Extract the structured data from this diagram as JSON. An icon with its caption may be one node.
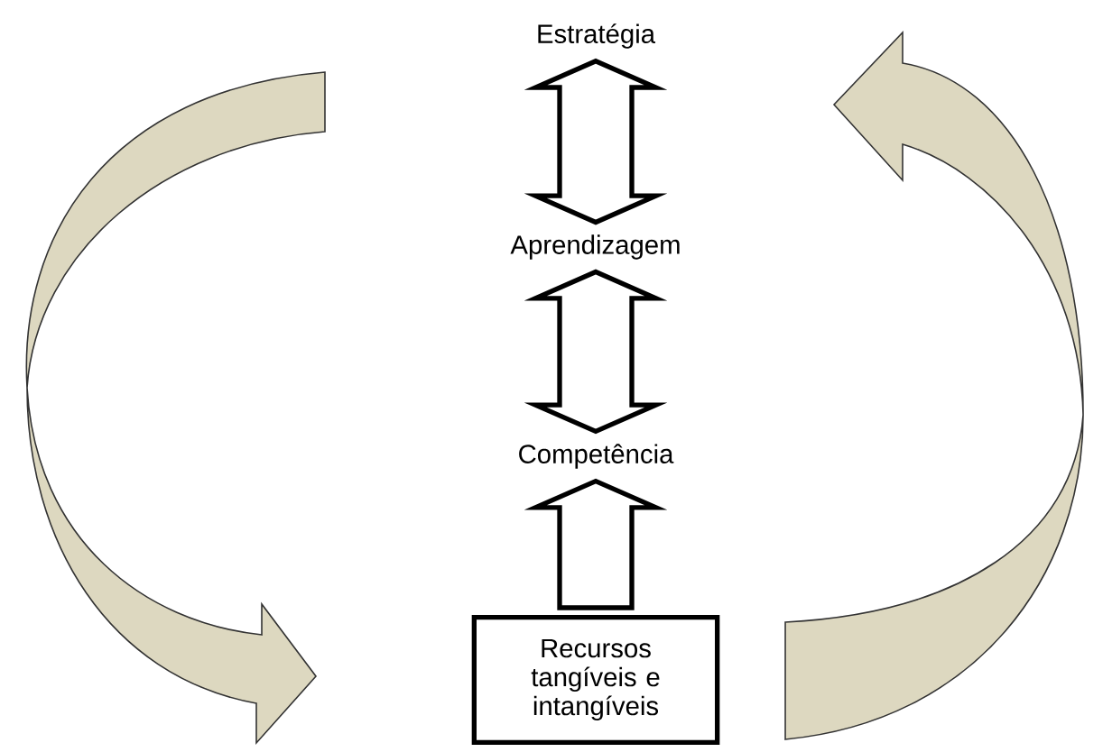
{
  "diagram": {
    "nodes": [
      {
        "text": [
          "Estratégia"
        ]
      },
      {
        "text": [
          "Aprendizagem"
        ]
      },
      {
        "text": [
          "Competência"
        ]
      },
      {
        "text": [
          "Recursos tangíveis e intangíveis"
        ]
      }
    ],
    "edges": [
      {
        "from": 0,
        "to": 1,
        "arrow": "both"
      },
      {
        "from": 1,
        "to": 2,
        "arrow": "both"
      },
      {
        "from": 3,
        "to": 2,
        "arrow": "to"
      },
      {
        "from": 0,
        "to": 3,
        "arrow": "to",
        "color": "#ddd8c0"
      },
      {
        "from": 3,
        "to": 0,
        "arrow": "to",
        "color": "#ddd8c0"
      }
    ]
  }
}
